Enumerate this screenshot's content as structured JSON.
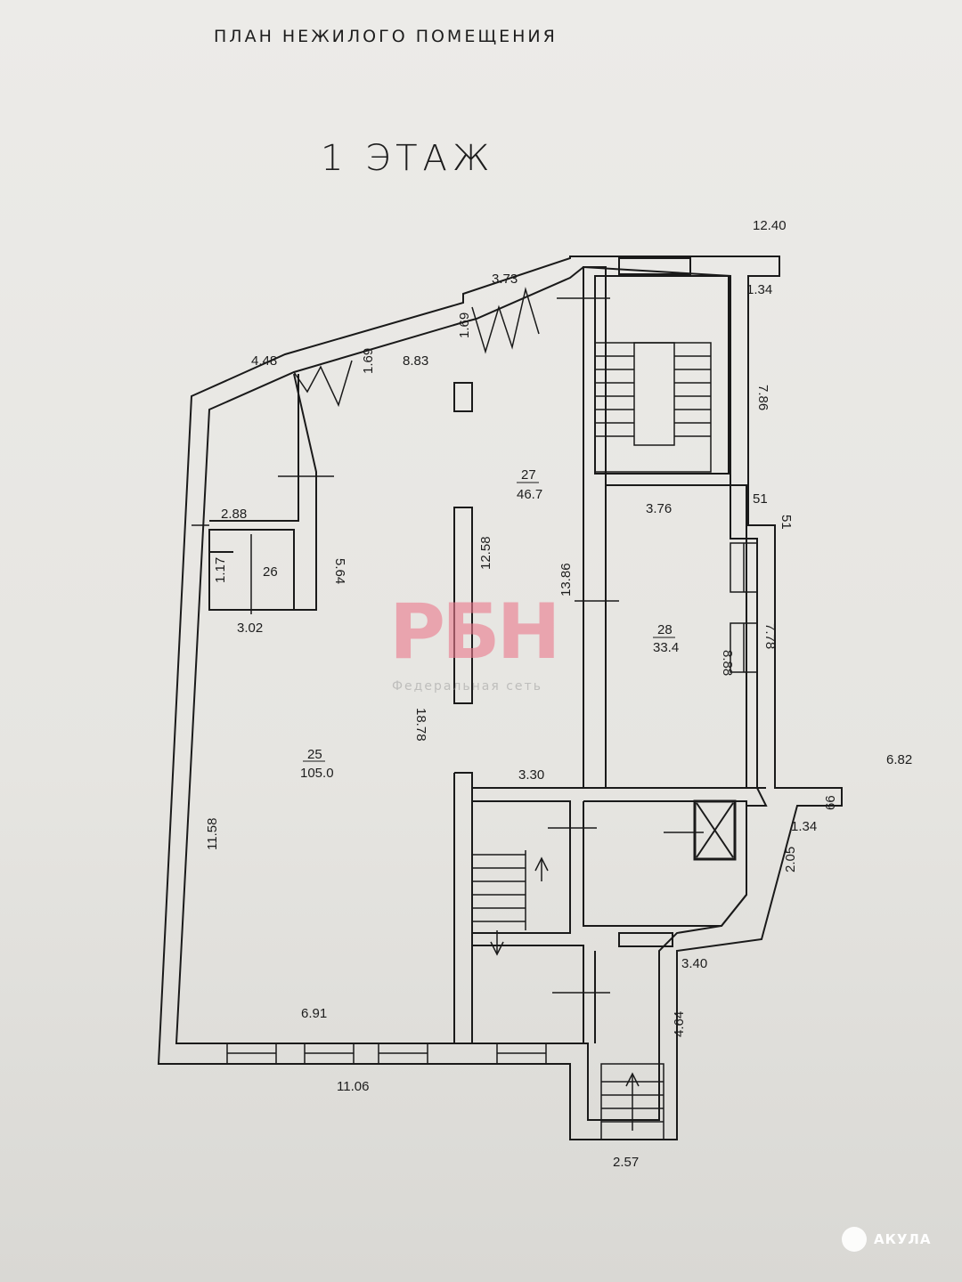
{
  "title": "ПЛАН НЕЖИЛОГО ПОМЕЩЕНИЯ",
  "floor": "1 ЭТАЖ",
  "rooms": [
    {
      "number": "25",
      "area": "105.0"
    },
    {
      "number": "26"
    },
    {
      "number": "27",
      "area": "46.7"
    },
    {
      "number": "28",
      "area": "33.4"
    }
  ],
  "dimensions": [
    "12.40",
    "3.73",
    "1.34",
    "4.48",
    "1.69",
    "8.83",
    "1.69",
    "7.86",
    "2.88",
    "5.64",
    "1.17",
    "3.02",
    "13.86",
    "12.58",
    "3.76",
    "51",
    "51",
    "8.88",
    "7.78",
    "18.78",
    "6.82",
    "3.30",
    "66",
    "1.34",
    "2.05",
    "11.58",
    "3.40",
    "6.91",
    "4.64",
    "11.06",
    "2.57"
  ],
  "watermark": {
    "logo": "РБН",
    "subtitle": "Федеральная сеть"
  },
  "brand": {
    "name": "АКУЛА"
  }
}
